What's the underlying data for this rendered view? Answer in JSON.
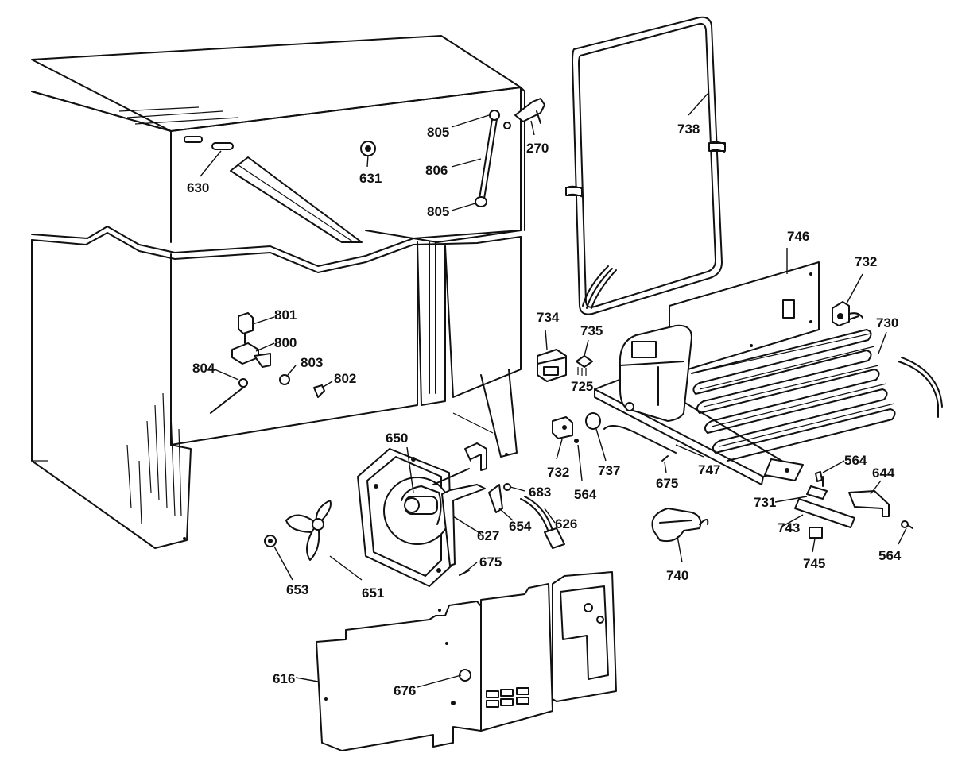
{
  "labels": {
    "630": "630",
    "631": "631",
    "805a": "805",
    "805b": "805",
    "806": "806",
    "270": "270",
    "738": "738",
    "746": "746",
    "732a": "732",
    "730": "730",
    "734": "734",
    "735": "735",
    "725": "725",
    "801": "801",
    "800": "800",
    "803": "803",
    "802": "802",
    "804": "804",
    "650": "650",
    "683": "683",
    "732b": "732",
    "564a": "564",
    "737": "737",
    "675a": "675",
    "747": "747",
    "564b": "564",
    "644": "644",
    "654": "654",
    "626": "626",
    "627": "627",
    "731": "731",
    "743": "743",
    "745": "745",
    "564c": "564",
    "740": "740",
    "675b": "675",
    "653": "653",
    "651": "651",
    "616": "616",
    "676": "676"
  }
}
